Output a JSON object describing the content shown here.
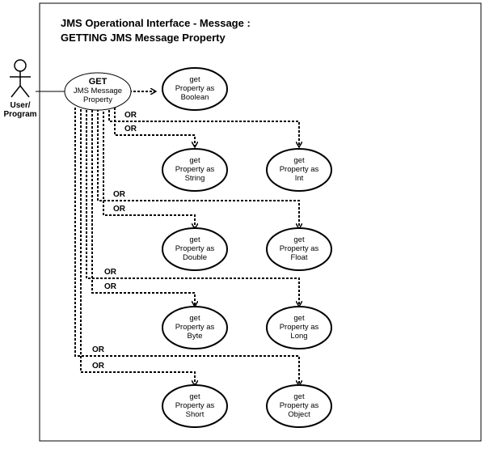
{
  "title": {
    "line1": "JMS Operational Interface -  Message :",
    "line2": "GETTING JMS Message Property"
  },
  "actor": {
    "line1": "User/",
    "line2": "Program"
  },
  "main_use_case": {
    "line1": "GET",
    "line2": "JMS Message",
    "line3": "Property"
  },
  "or_label": "OR",
  "use_cases": [
    {
      "id": "boolean",
      "line1": "get",
      "line2": "Property as",
      "line3": "Boolean"
    },
    {
      "id": "string",
      "line1": "get",
      "line2": "Property as",
      "line3": "String"
    },
    {
      "id": "int",
      "line1": "get",
      "line2": "Property as",
      "line3": "Int"
    },
    {
      "id": "double",
      "line1": "get",
      "line2": "Property as",
      "line3": "Double"
    },
    {
      "id": "float",
      "line1": "get",
      "line2": "Property as",
      "line3": "Float"
    },
    {
      "id": "byte",
      "line1": "get",
      "line2": "Property as",
      "line3": "Byte"
    },
    {
      "id": "long",
      "line1": "get",
      "line2": "Property as",
      "line3": "Long"
    },
    {
      "id": "short",
      "line1": "get",
      "line2": "Property as",
      "line3": "Short"
    },
    {
      "id": "object",
      "line1": "get",
      "line2": "Property as",
      "line3": "Object"
    }
  ]
}
